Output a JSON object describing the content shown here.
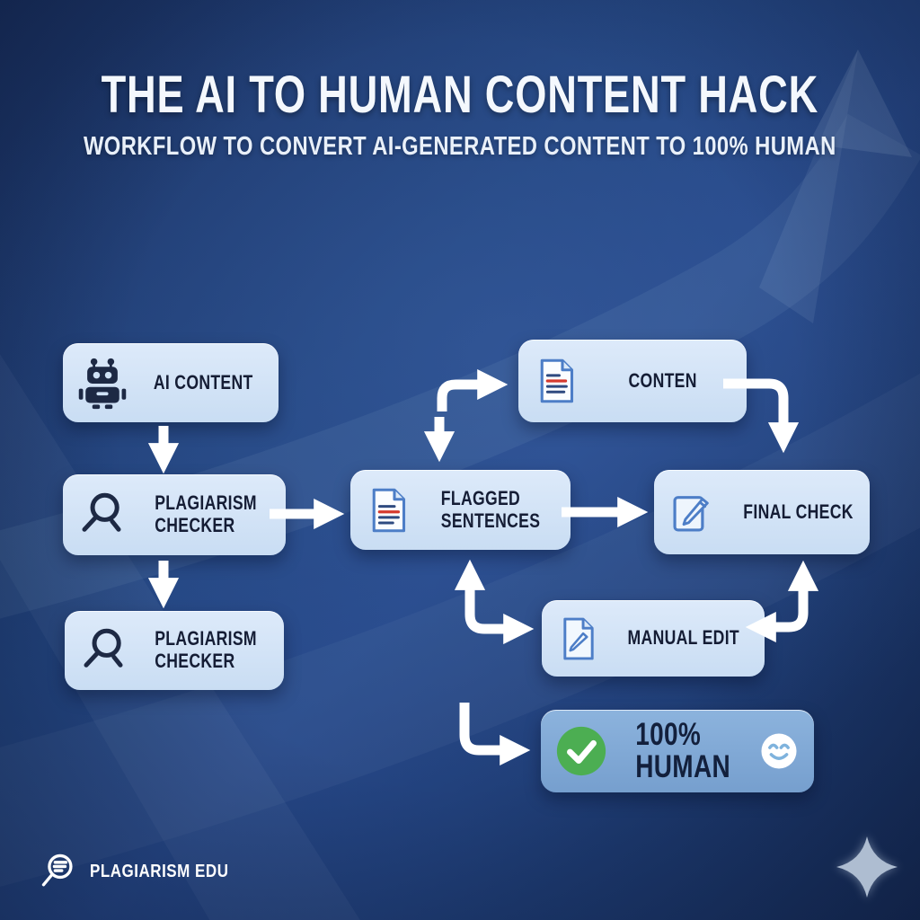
{
  "header": {
    "title": "THE AI TO HUMAN CONTENT HACK",
    "subtitle": "WORKFLOW TO CONVERT AI-GENERATED CONTENT TO 100% HUMAN"
  },
  "nodes": {
    "ai_content": {
      "label": "AI CONTENT",
      "icon": "robot-icon"
    },
    "plagiarism_checker_1": {
      "line1": "PLAGIARISM",
      "line2": "CHECKER",
      "icon": "magnifier-icon"
    },
    "plagiarism_checker_2": {
      "line1": "PLAGIARISM",
      "line2": "CHECKER",
      "icon": "magnifier-icon"
    },
    "flagged_sentences": {
      "line1": "FLAGGED",
      "line2": "SENTENCES",
      "icon": "document-icon"
    },
    "content": {
      "label": "CONTEN",
      "icon": "document-icon"
    },
    "final_check": {
      "label": "FINAL CHECK",
      "icon": "pencil-square-icon"
    },
    "manual_edit": {
      "label": "MANUAL EDIT",
      "icon": "document-pencil-icon"
    },
    "human": {
      "line1": "100%",
      "line2": "HUMAN",
      "icon_left": "check-circle-icon",
      "icon_right": "smiley-icon"
    }
  },
  "edges": [
    {
      "from": "ai_content",
      "to": "plagiarism_checker_1"
    },
    {
      "from": "plagiarism_checker_1",
      "to": "plagiarism_checker_2"
    },
    {
      "from": "plagiarism_checker_1",
      "to": "flagged_sentences"
    },
    {
      "from": "flagged_sentences",
      "to": "content"
    },
    {
      "from": "content",
      "to": "flagged_sentences"
    },
    {
      "from": "content",
      "to": "final_check"
    },
    {
      "from": "flagged_sentences",
      "to": "final_check"
    },
    {
      "from": "flagged_sentences",
      "to": "manual_edit",
      "bidirectional": true
    },
    {
      "from": "final_check",
      "to": "manual_edit",
      "bidirectional": true
    },
    {
      "from": "flagged_sentences",
      "to": "human"
    }
  ],
  "footer": {
    "brand": "PLAGIARISM EDU"
  },
  "colors": {
    "background_dark": "#1b3263",
    "background_mid": "#27498a",
    "node_fill": "#cfe2f6",
    "node_text": "#151d35",
    "human_fill": "#7fa9d6",
    "check_green": "#4cae52",
    "accent_red": "#d63a2e",
    "doc_blue": "#4d7ec7",
    "arrow": "#ffffff",
    "sparkle": "#aab9ce"
  }
}
